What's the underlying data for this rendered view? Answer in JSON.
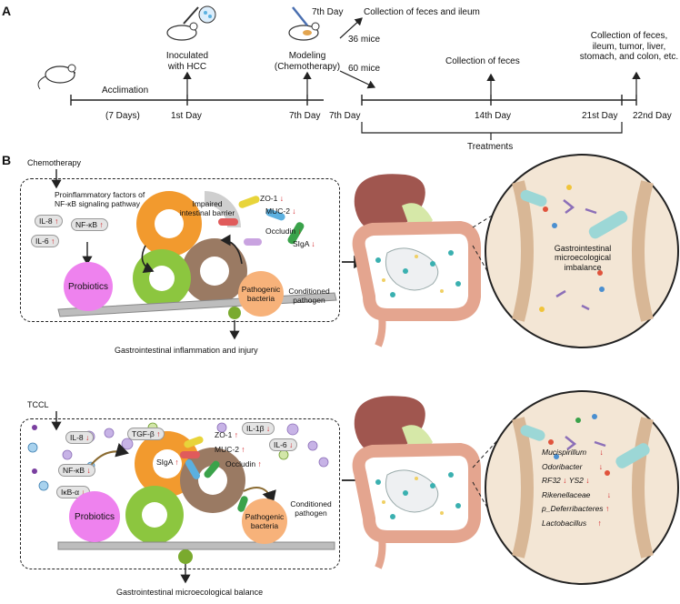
{
  "panel_a": {
    "label": "A",
    "inoculated": "Inoculated\nwith HCC",
    "modeling_day": "7th Day",
    "modeling": "Modeling\n(Chemotherapy)",
    "collection_feces_ileum": "Collection of feces and ileum",
    "mice_36": "36 mice",
    "mice_60": "60 mice",
    "collection_feces": "Collection of feces",
    "collection_all": "Collection of feces,\nileum, tumor, liver,\nstomach, and colon, etc.",
    "acclimation": "Acclimation",
    "days7": "(7 Days)",
    "day1": "1st Day",
    "day7a": "7th Day",
    "day7b": "7th Day",
    "day14": "14th Day",
    "day21": "21st Day",
    "day22": "22nd Day",
    "treatments": "Treatments"
  },
  "panel_b": {
    "label": "B",
    "chemotherapy": "Chemotherapy",
    "proinflammatory": "Proinflammatory factors of\nNF-κB signaling pathway",
    "il8": "IL-8",
    "nfkb": "NF-κB",
    "il6": "IL-6",
    "impaired": "Impaired\nintestinal barrier",
    "zo1": "ZO-1",
    "muc2": "MUC-2",
    "occludin": "Occludin",
    "siga": "SIgA",
    "probiotics": "Probiotics",
    "pathogenic": "Pathogenic\nbacteria",
    "conditioned": "Conditioned\npathogen",
    "inflammation": "Gastrointestinal inflammation and injury",
    "imbalance": "Gastrointestinal\nmicroecological\nimbalance",
    "tccl": "TCCL",
    "il1b": "IL-1β",
    "tgfb": "TGF-β",
    "ikba": "IκB-α",
    "balance": "Gastrointestinal microecological balance",
    "bacteria_list": [
      {
        "name": "Mucispirillum",
        "arrow": "↓"
      },
      {
        "name": "Odoribacter",
        "arrow": "↓"
      },
      {
        "name": "RF32",
        "arrow": "↓"
      },
      {
        "name": "YS2",
        "arrow": "↓"
      },
      {
        "name": "Rikenellaceae",
        "arrow": "↓"
      },
      {
        "name": "p_Deferribacteres",
        "arrow": "↑"
      },
      {
        "name": "Lactobacillus",
        "arrow": "↑"
      }
    ],
    "colors": {
      "orange": "#f29a2e",
      "brown": "#9a7a63",
      "green": "#8cc63f",
      "pink": "#ee82ee",
      "peach": "#f7b27a",
      "liver": "#a0564f",
      "colon": "#e4a58f",
      "circle_bg": "#f3e6d5"
    }
  }
}
